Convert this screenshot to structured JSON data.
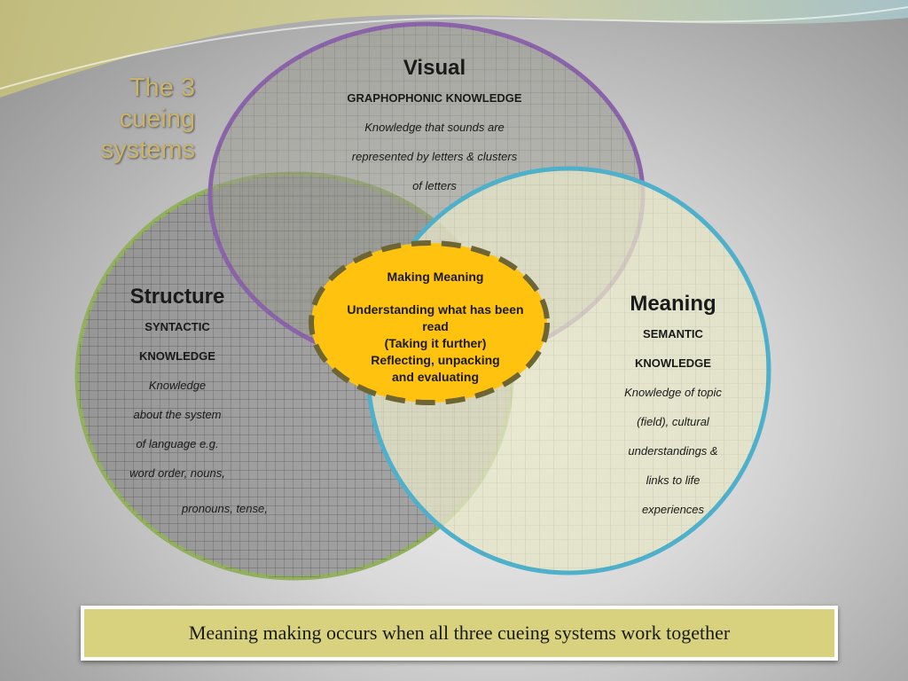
{
  "title": {
    "line1": "The 3",
    "line2": "cueing",
    "line3": "systems"
  },
  "visual": {
    "heading": "Visual",
    "subheading": "GRAPHOPHONIC KNOWLEDGE",
    "line1": "Knowledge that sounds are",
    "line2": "represented by letters & clusters",
    "line3": "of letters"
  },
  "structure": {
    "heading": "Structure",
    "sub1": "SYNTACTIC",
    "sub2": "KNOWLEDGE",
    "line1": "Knowledge",
    "line2": "about the system",
    "line3": "of language e.g.",
    "line4": "word order, nouns,",
    "line5": "pronouns, tense,"
  },
  "meaning": {
    "heading": "Meaning",
    "sub1": "SEMANTIC",
    "sub2": "KNOWLEDGE",
    "line1": "Knowledge of topic",
    "line2": "(field), cultural",
    "line3": "understandings &",
    "line4": "links to life",
    "line5": "experiences"
  },
  "center": {
    "heading": "Making Meaning",
    "line1": "Understanding what has been",
    "line2": "read",
    "line3": "(Taking it further)",
    "line4": "Reflecting, unpacking",
    "line5": "and evaluating"
  },
  "banner": {
    "text": "Meaning making occurs when all three cueing systems work together"
  },
  "colors": {
    "visual_ring": "#8a63a8",
    "structure_ring": "#93b060",
    "meaning_ring": "#4fb0cc",
    "center_fill": "#ffc20e",
    "center_border": "#6e6535",
    "title": "#c9b46a",
    "banner_fill": "#d8d27e"
  }
}
